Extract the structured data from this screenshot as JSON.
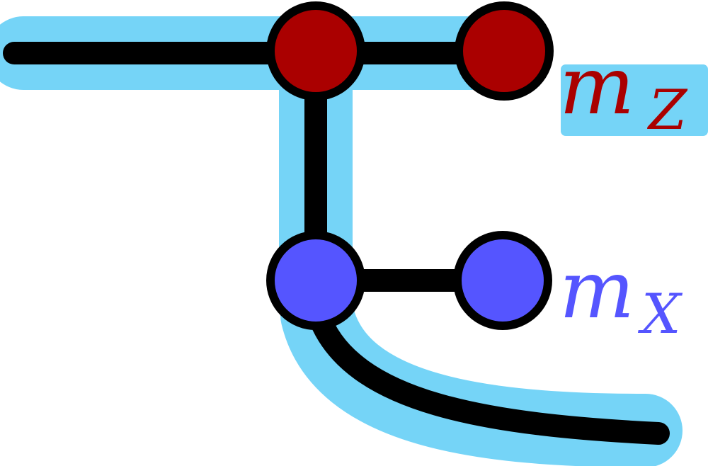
{
  "colors": {
    "background": "#ffffff",
    "highlight": "#75d4f7",
    "wire": "#000000",
    "z_node": "#aa0000",
    "x_node": "#5555ff"
  },
  "labels": {
    "z": {
      "base": "m",
      "subscript": "Z"
    },
    "x": {
      "base": "m",
      "subscript": "X"
    }
  }
}
